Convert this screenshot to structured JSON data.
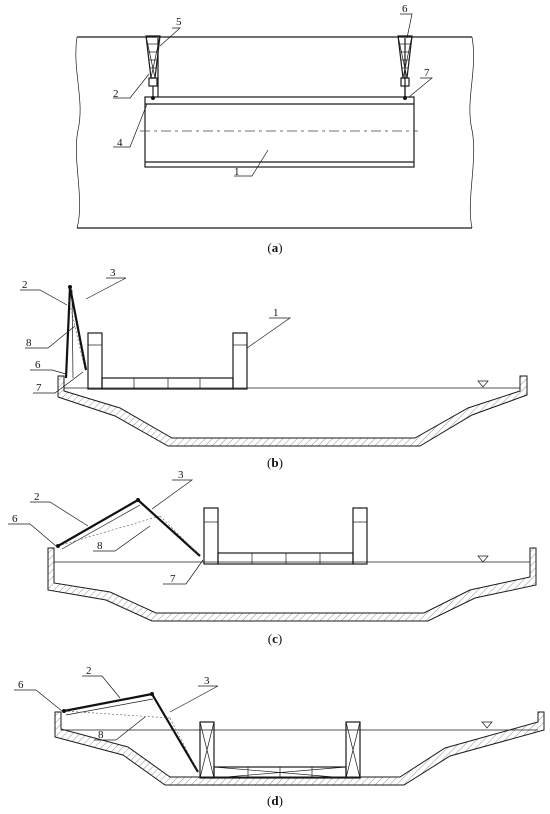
{
  "panels": [
    {
      "caption": [
        "(",
        "a",
        ")"
      ],
      "labels": [
        "1",
        "2",
        "4",
        "5",
        "6",
        "7"
      ]
    },
    {
      "caption": [
        "(",
        "b",
        ")"
      ],
      "labels": [
        "1",
        "2",
        "3",
        "6",
        "7",
        "8"
      ]
    },
    {
      "caption": [
        "(",
        "c",
        ")"
      ],
      "labels": [
        "2",
        "3",
        "6",
        "7",
        "8"
      ]
    },
    {
      "caption": [
        "(",
        "d",
        ")"
      ],
      "labels": [
        "2",
        "3",
        "6",
        "8"
      ]
    }
  ]
}
